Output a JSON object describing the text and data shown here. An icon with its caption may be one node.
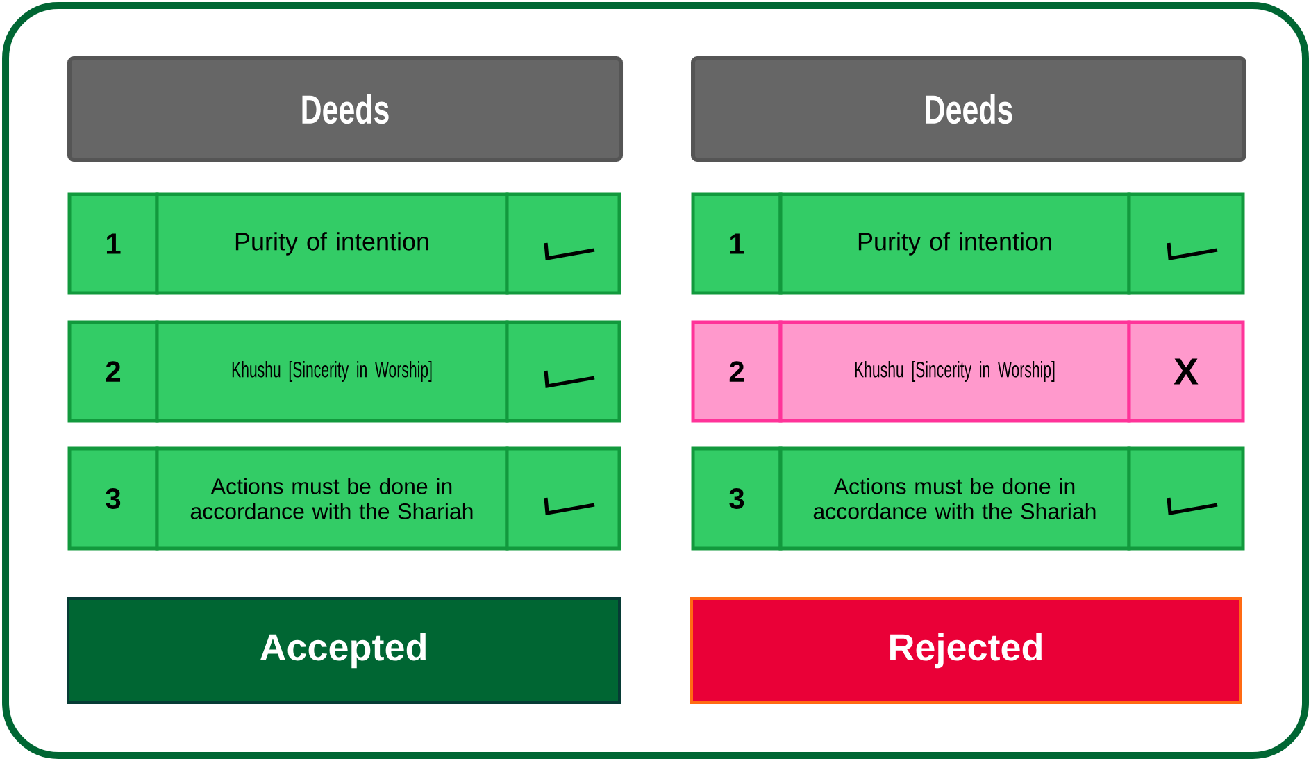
{
  "diagram": {
    "nodes": [
      {
        "text": [],
        "shape": "box"
      },
      {
        "text": [
          "Deeds"
        ],
        "in": 0
      },
      {
        "text": [
          "Deeds"
        ],
        "in": 0
      },
      {
        "text": [
          "1"
        ],
        "in": 0
      },
      {
        "text": [
          "Purity of intention"
        ],
        "in": 0
      },
      {
        "text": [],
        "shape": "box",
        "in": 0
      },
      {
        "text": [
          "1"
        ],
        "in": 0
      },
      {
        "text": [
          "Purity of intention"
        ],
        "in": 0
      },
      {
        "text": [],
        "shape": "box",
        "in": 0
      },
      {
        "text": [
          "2"
        ],
        "in": 0
      },
      {
        "text": [
          "Khushu [Sincerity in Worship]"
        ],
        "in": 0
      },
      {
        "text": [],
        "shape": "box",
        "in": 0
      },
      {
        "text": [
          "2"
        ],
        "in": 0
      },
      {
        "text": [
          "Khushu [Sincerity in Worship]"
        ],
        "in": 0
      },
      {
        "text": [
          "X"
        ],
        "in": 0
      },
      {
        "text": [
          "3"
        ],
        "in": 0
      },
      {
        "text": [
          "Actions must be done in accordance with the Shariah"
        ],
        "in": 0
      },
      {
        "text": [],
        "shape": "box",
        "in": 0
      },
      {
        "text": [
          "3"
        ],
        "in": 0
      },
      {
        "text": [
          "Actions must be done in accordance with the Shariah"
        ],
        "in": 0
      },
      {
        "text": [],
        "shape": "box",
        "in": 0
      },
      {
        "text": [
          "Accepted"
        ],
        "in": 0
      },
      {
        "text": [
          "Rejected"
        ],
        "in": 0
      }
    ]
  }
}
